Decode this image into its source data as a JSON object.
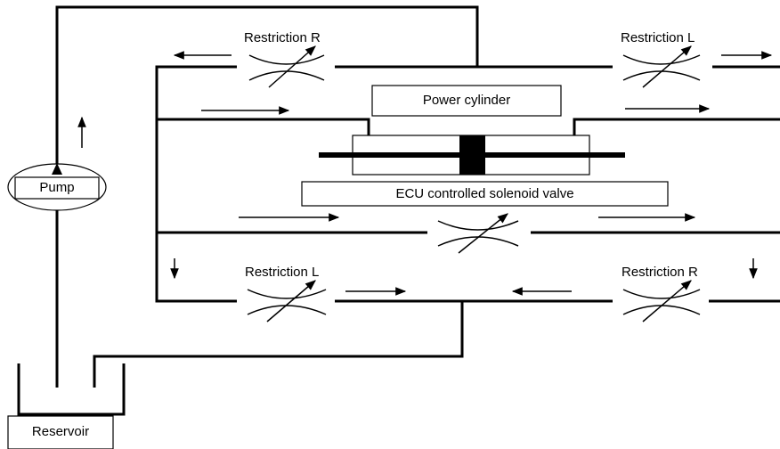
{
  "labels": {
    "restriction_r_top": "Restriction R",
    "restriction_l_top": "Restriction L",
    "power_cylinder": "Power cylinder",
    "pump": "Pump",
    "solenoid_valve": "ECU controlled solenoid valve",
    "restriction_l_bottom": "Restriction L",
    "restriction_r_bottom": "Restriction R",
    "reservoir": "Reservoir"
  }
}
